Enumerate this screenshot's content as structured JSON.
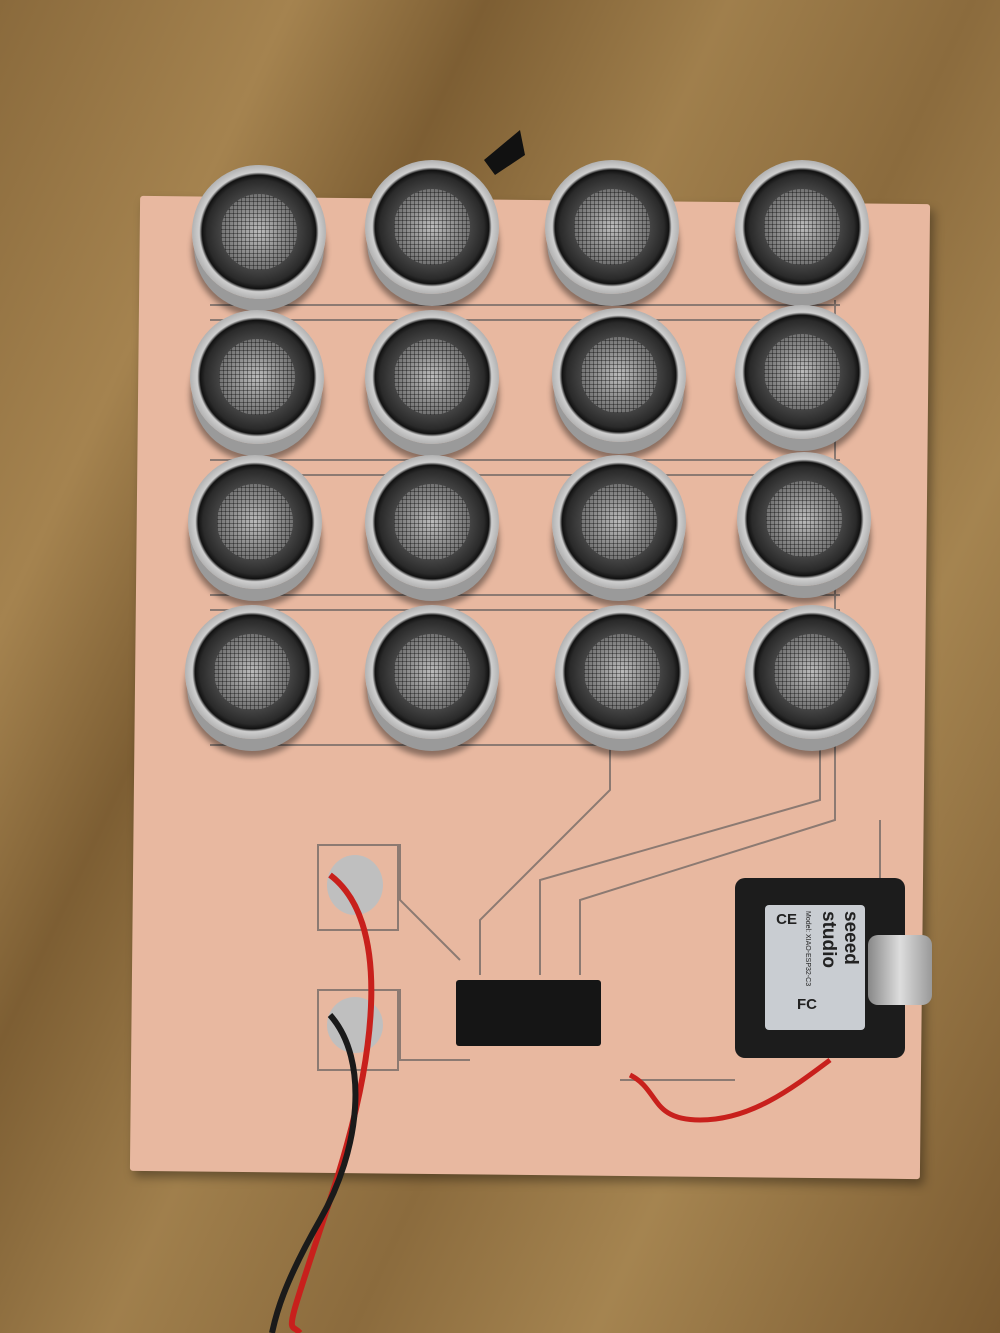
{
  "module": {
    "brand": "seeed studio",
    "model": "Model: XIAO-ESP32-C3",
    "marks": [
      "FC",
      "CE"
    ]
  },
  "colors": {
    "pcb": "#e8b8a0",
    "wood": "#8a6a3c",
    "wire_red": "#c8201c",
    "wire_black": "#1a1a1a"
  },
  "sensor_grid": {
    "rows": 4,
    "cols": 4
  }
}
